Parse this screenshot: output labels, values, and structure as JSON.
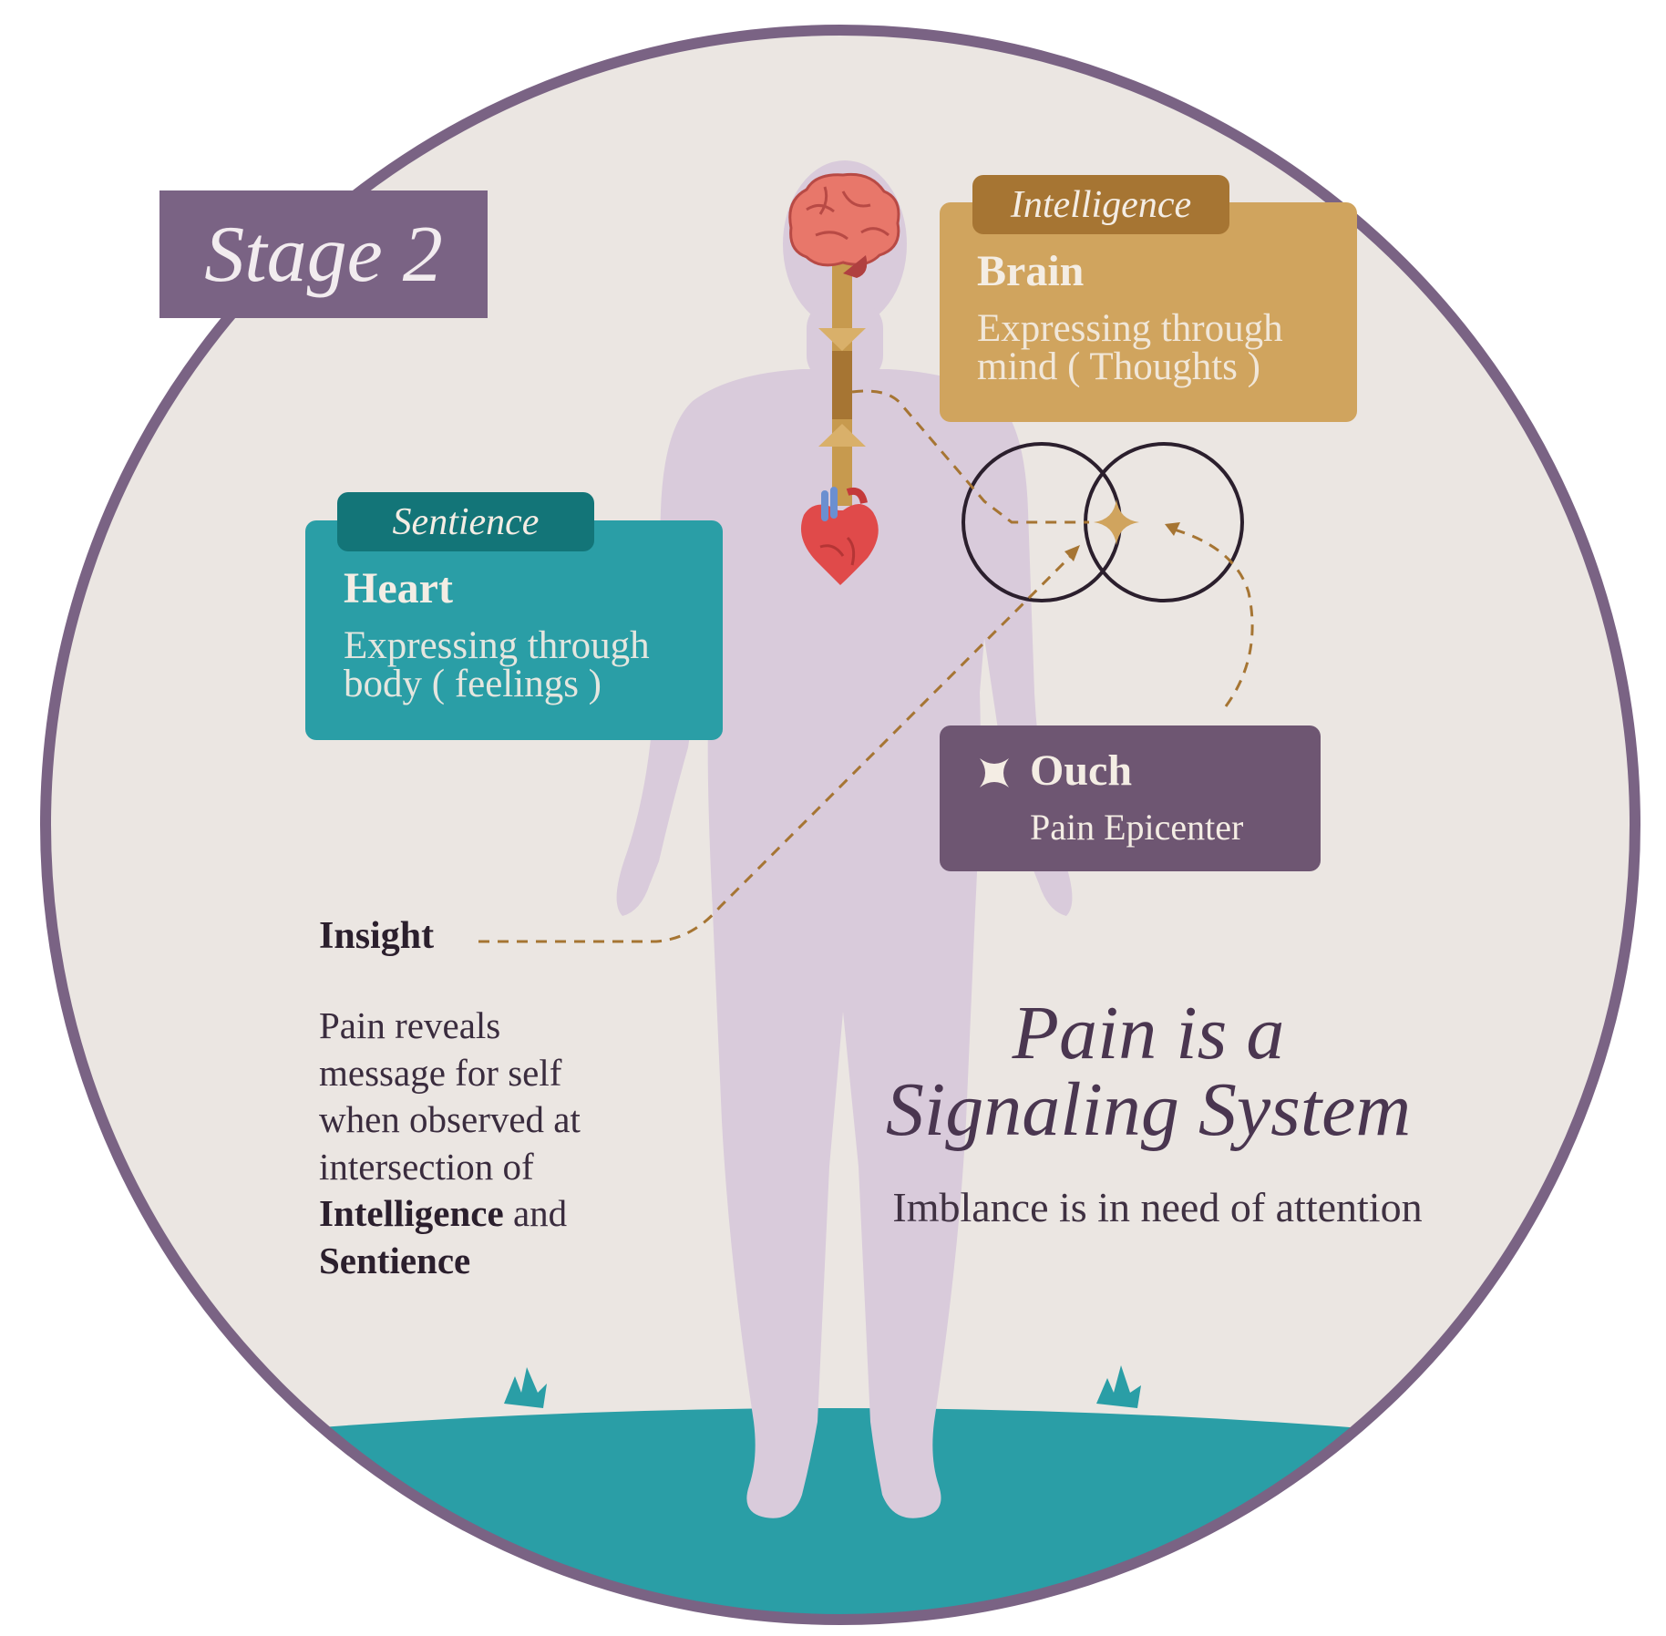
{
  "stage": {
    "label": "Stage 2"
  },
  "brain_card": {
    "tag": "Intelligence",
    "title": "Brain",
    "body_line1": "Expressing through",
    "body_line2": "mind ( Thoughts )"
  },
  "heart_card": {
    "tag": "Sentience",
    "title": "Heart",
    "body_line1": "Expressing through",
    "body_line2": "body ( feelings )"
  },
  "ouch": {
    "title": "Ouch",
    "subtitle": "Pain Epicenter"
  },
  "insight": {
    "heading": "Insight",
    "line1": "Pain reveals",
    "line2": "message for self",
    "line3": "when observed at",
    "line4": "intersection of",
    "bold1": "Intelligence",
    "and": " and",
    "bold2": "Sentience"
  },
  "headline": {
    "line1": "Pain is a",
    "line2": "Signaling System",
    "subline": "Imblance is in need of attention"
  },
  "colors": {
    "frame": "#7a6384",
    "background": "#ebe6e2",
    "ground": "#2a9ea6",
    "body_silhouette": "#d9cbdb",
    "brain_card": "#d0a45e",
    "heart_card": "#2a9ea6",
    "ouch_card": "#6e5672",
    "connector": "#a67533"
  }
}
